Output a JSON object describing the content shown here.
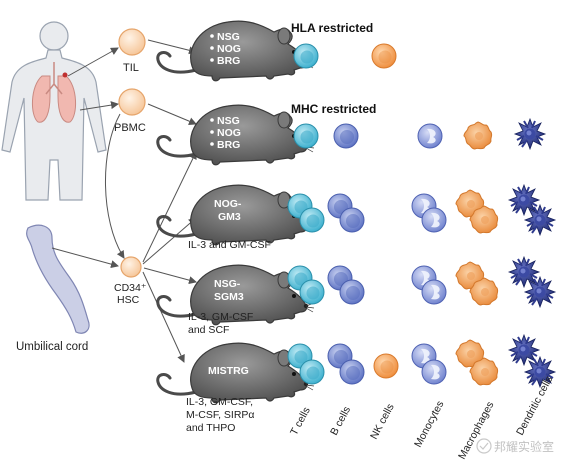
{
  "headings": {
    "hla": "HLA restricted",
    "mhc": "MHC restricted"
  },
  "sources": {
    "til": "TIL",
    "pbmc": "PBMC",
    "hsc_line1": "CD34⁺",
    "hsc_line2": "HSC",
    "cord": "Umbilical cord"
  },
  "mice": [
    {
      "strains": [
        "NSG",
        "NOG",
        "BRG"
      ]
    },
    {
      "strains": [
        "NSG",
        "NOG",
        "BRG"
      ]
    },
    {
      "strains": [
        "NOG-",
        "GM3"
      ],
      "caption": [
        "IL-3 and GM-CSF"
      ]
    },
    {
      "strains": [
        "NSG-",
        "SGM3"
      ],
      "caption": [
        "IL-3, GM-CSF",
        "and SCF"
      ]
    },
    {
      "strains": [
        "MISTRG"
      ],
      "caption": [
        "IL-3, GM-CSF,",
        "M-CSF, SIRPα",
        "and THPO"
      ]
    }
  ],
  "cell_labels": [
    "T cells",
    "B cells",
    "NK cells",
    "Monocytes",
    "Macrophages",
    "Dendritic cells"
  ],
  "watermark": "邦耀实验室",
  "colors": {
    "tcell": "#5cc4dc",
    "bcell": "#7b8fd0",
    "nkcell": "#f5a055",
    "monocyte": "#8d9ede",
    "macrophage": "#f4a05c",
    "dendritic": "#2f3b8f",
    "mouse": "#6a6a6a",
    "source_cell": "#fbd9b8",
    "human": "#e9ebee",
    "cord": "#cbcfe6"
  }
}
